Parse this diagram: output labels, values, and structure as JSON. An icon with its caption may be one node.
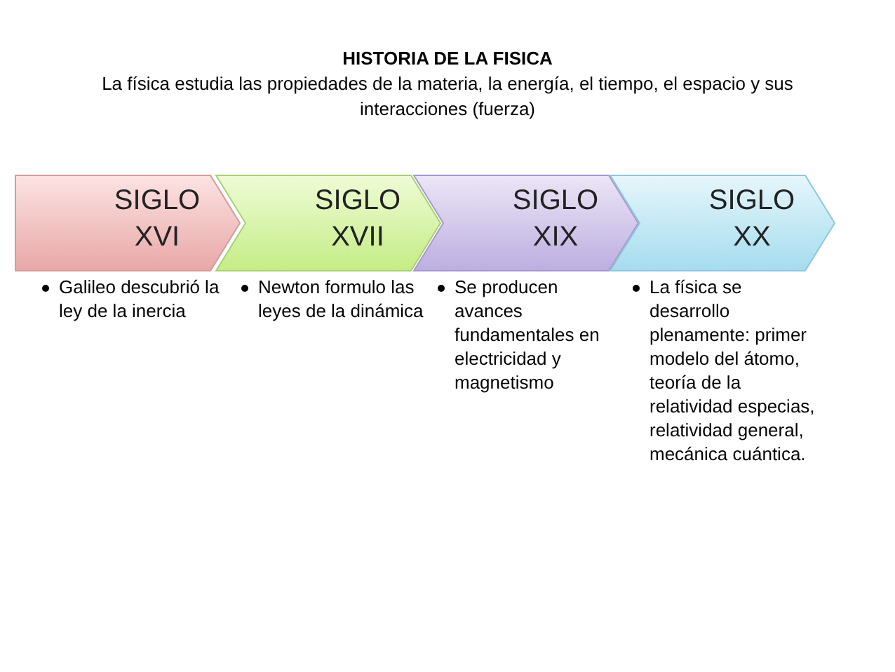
{
  "diagram": {
    "title": "HISTORIA DE LA FISICA",
    "nodes": [
      {
        "text": [
          "SIGLO XVI"
        ],
        "beside": [
          "Galileo descubrió la ley de la inercia"
        ]
      },
      {
        "text": [
          "SIGLO XVII"
        ],
        "beside": [
          "Newton formulo las leyes de la dinámica"
        ]
      },
      {
        "text": [
          "SIGLO XIX"
        ],
        "beside": [
          "Se producen avances fundamentales en electricidad y magnetismo"
        ]
      },
      {
        "text": [
          "SIGLO XX"
        ],
        "beside": [
          "La física se desarrollo plenamente: primer modelo del átomo, teoría de la relatividad especias, relatividad general, mecánica cuántica."
        ]
      }
    ],
    "labels": [
      "La física estudia las propiedades de la materia, la energía, el tiempo, el espacio y sus interacciones (fuerza)"
    ]
  }
}
